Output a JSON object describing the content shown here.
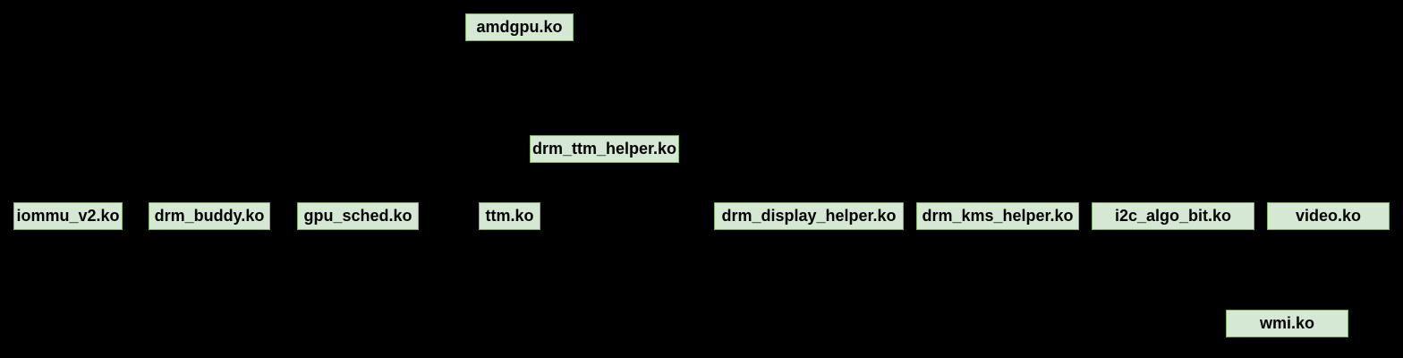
{
  "diagram": {
    "background": "#000000",
    "node_fill": "#d5e8d4",
    "node_border": "#82b366",
    "edge_color": "#000000",
    "nodes": {
      "amdgpu": "amdgpu.ko",
      "drm_ttm_helper": "drm_ttm_helper.ko",
      "iommu_v2": "iommu_v2.ko",
      "drm_buddy": "drm_buddy.ko",
      "gpu_sched": "gpu_sched.ko",
      "ttm": "ttm.ko",
      "drm_display_helper": "drm_display_helper.ko",
      "drm_kms_helper": "drm_kms_helper.ko",
      "i2c_algo_bit": "i2c_algo_bit.ko",
      "video": "video.ko",
      "wmi": "wmi.ko"
    },
    "edges": [
      {
        "from": "amdgpu",
        "to": "iommu_v2"
      },
      {
        "from": "amdgpu",
        "to": "drm_buddy"
      },
      {
        "from": "amdgpu",
        "to": "gpu_sched"
      },
      {
        "from": "amdgpu",
        "to": "drm_ttm_helper"
      },
      {
        "from": "amdgpu",
        "to": "ttm"
      },
      {
        "from": "amdgpu",
        "to": "drm_display_helper"
      },
      {
        "from": "amdgpu",
        "to": "drm_kms_helper"
      },
      {
        "from": "amdgpu",
        "to": "i2c_algo_bit"
      },
      {
        "from": "amdgpu",
        "to": "video"
      },
      {
        "from": "drm_ttm_helper",
        "to": "ttm"
      },
      {
        "from": "drm_display_helper",
        "to": "drm_kms_helper"
      },
      {
        "from": "video",
        "to": "wmi"
      }
    ]
  }
}
